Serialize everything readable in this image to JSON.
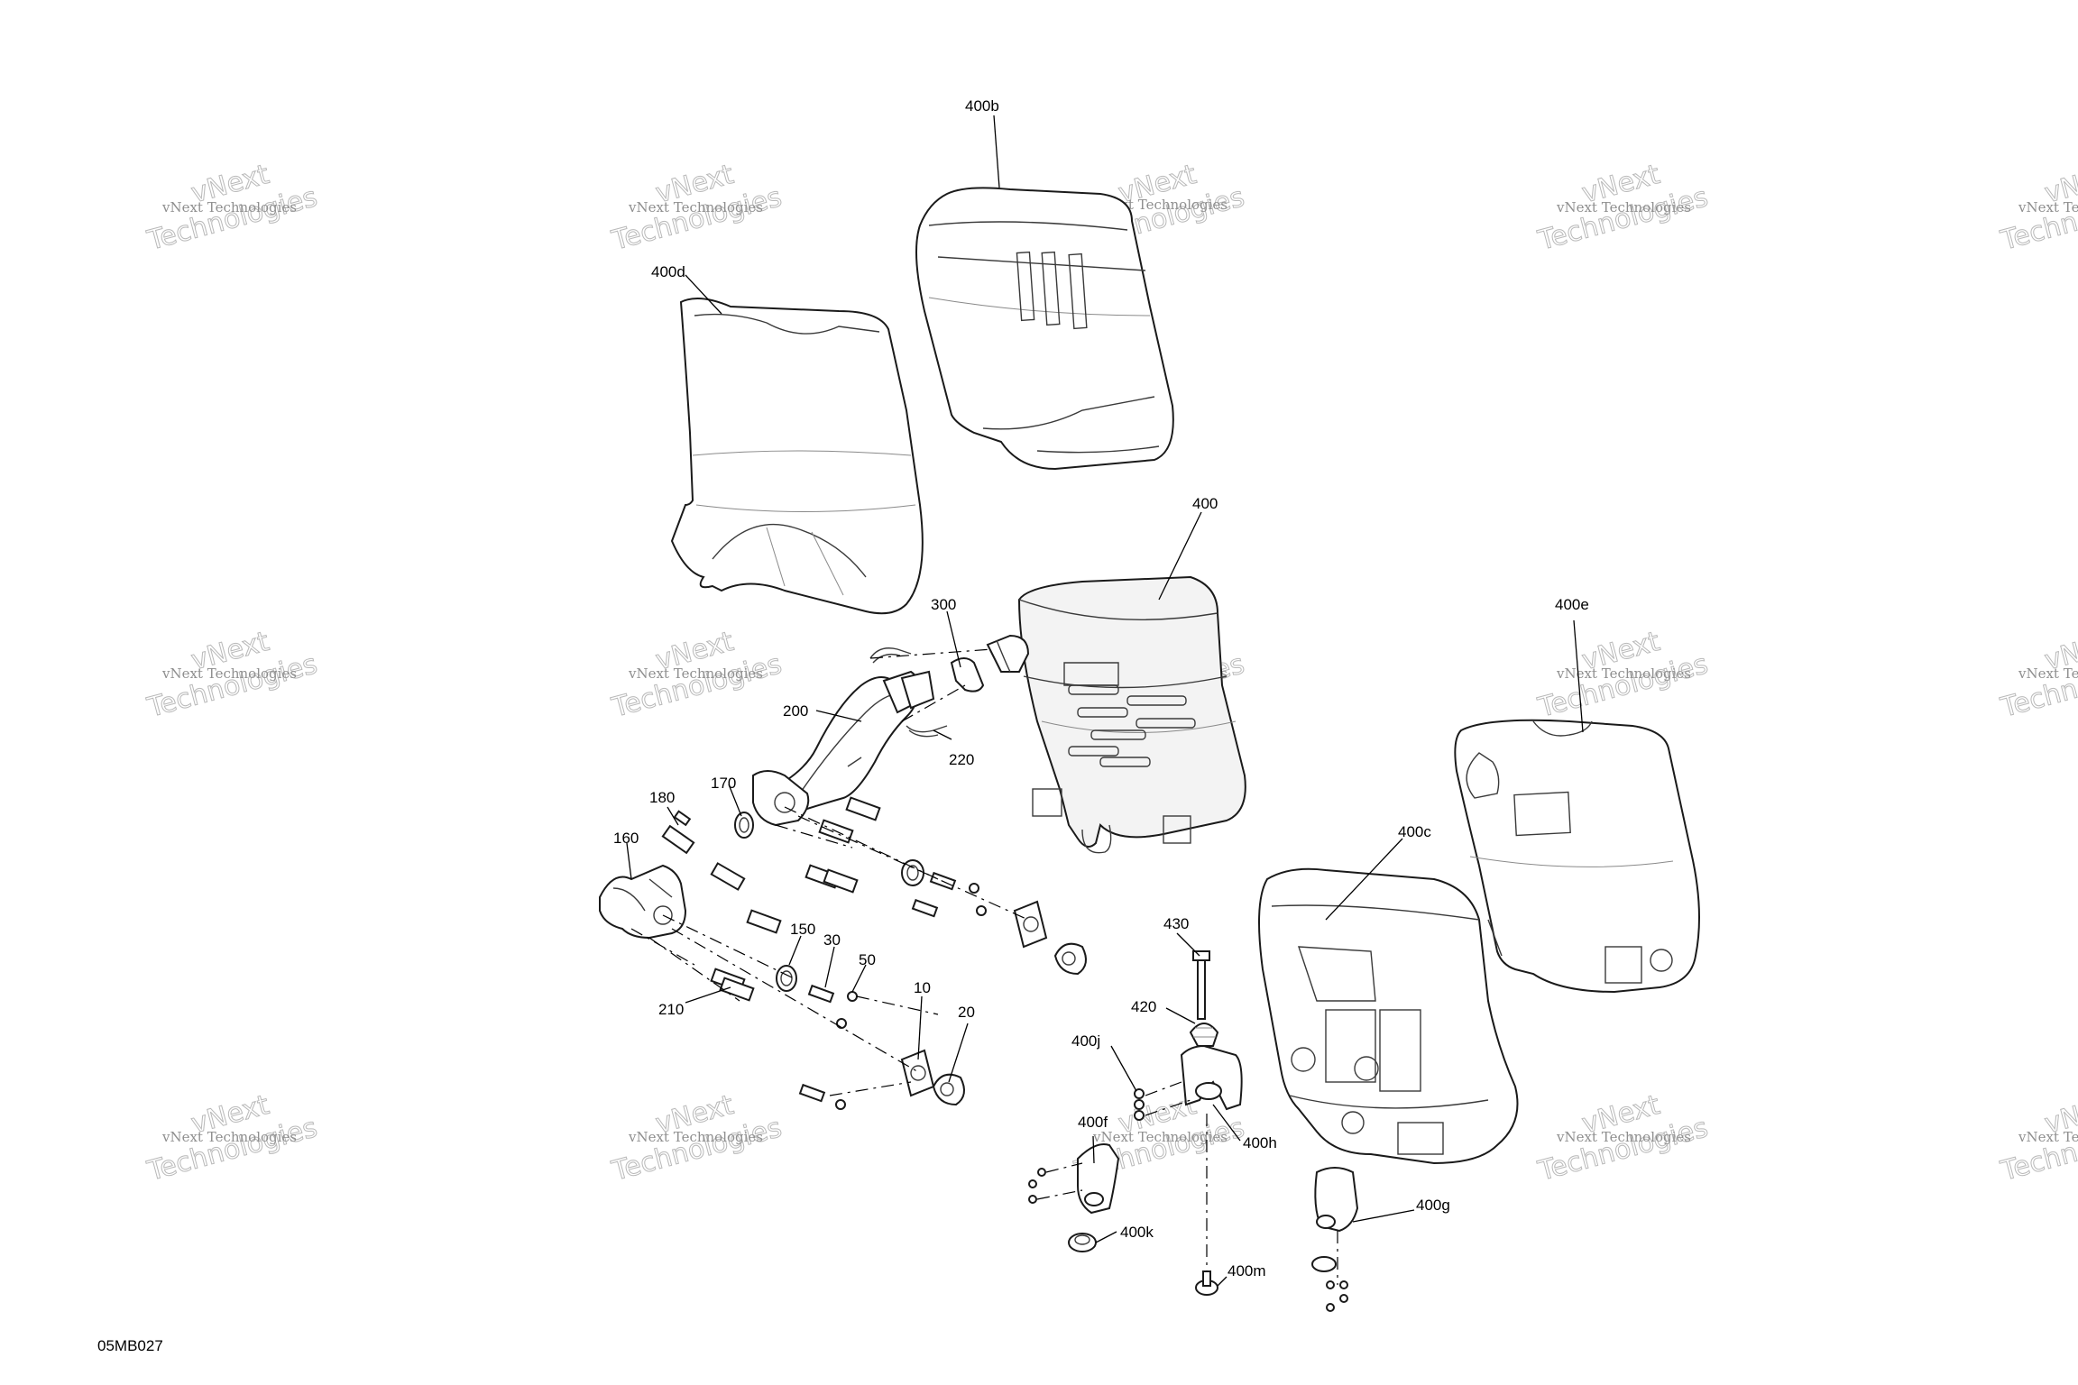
{
  "watermark": {
    "line_small": "vNext Technologies",
    "line_big_1": "vNext",
    "line_big_2": "Technologies"
  },
  "drawing_code": "05MB027",
  "callouts": {
    "c400b": "400b",
    "c400d": "400d",
    "c400": "400",
    "c300": "300",
    "c200": "200",
    "c220": "220",
    "c400e": "400e",
    "c180": "180",
    "c170": "170",
    "c160": "160",
    "c400c": "400c",
    "c430": "430",
    "c150": "150",
    "c30": "30",
    "c50": "50",
    "c10": "10",
    "c420": "420",
    "c20": "20",
    "c210": "210",
    "c400j": "400j",
    "c400f": "400f",
    "c400h": "400h",
    "c400g": "400g",
    "c400k": "400k",
    "c400m": "400m"
  }
}
